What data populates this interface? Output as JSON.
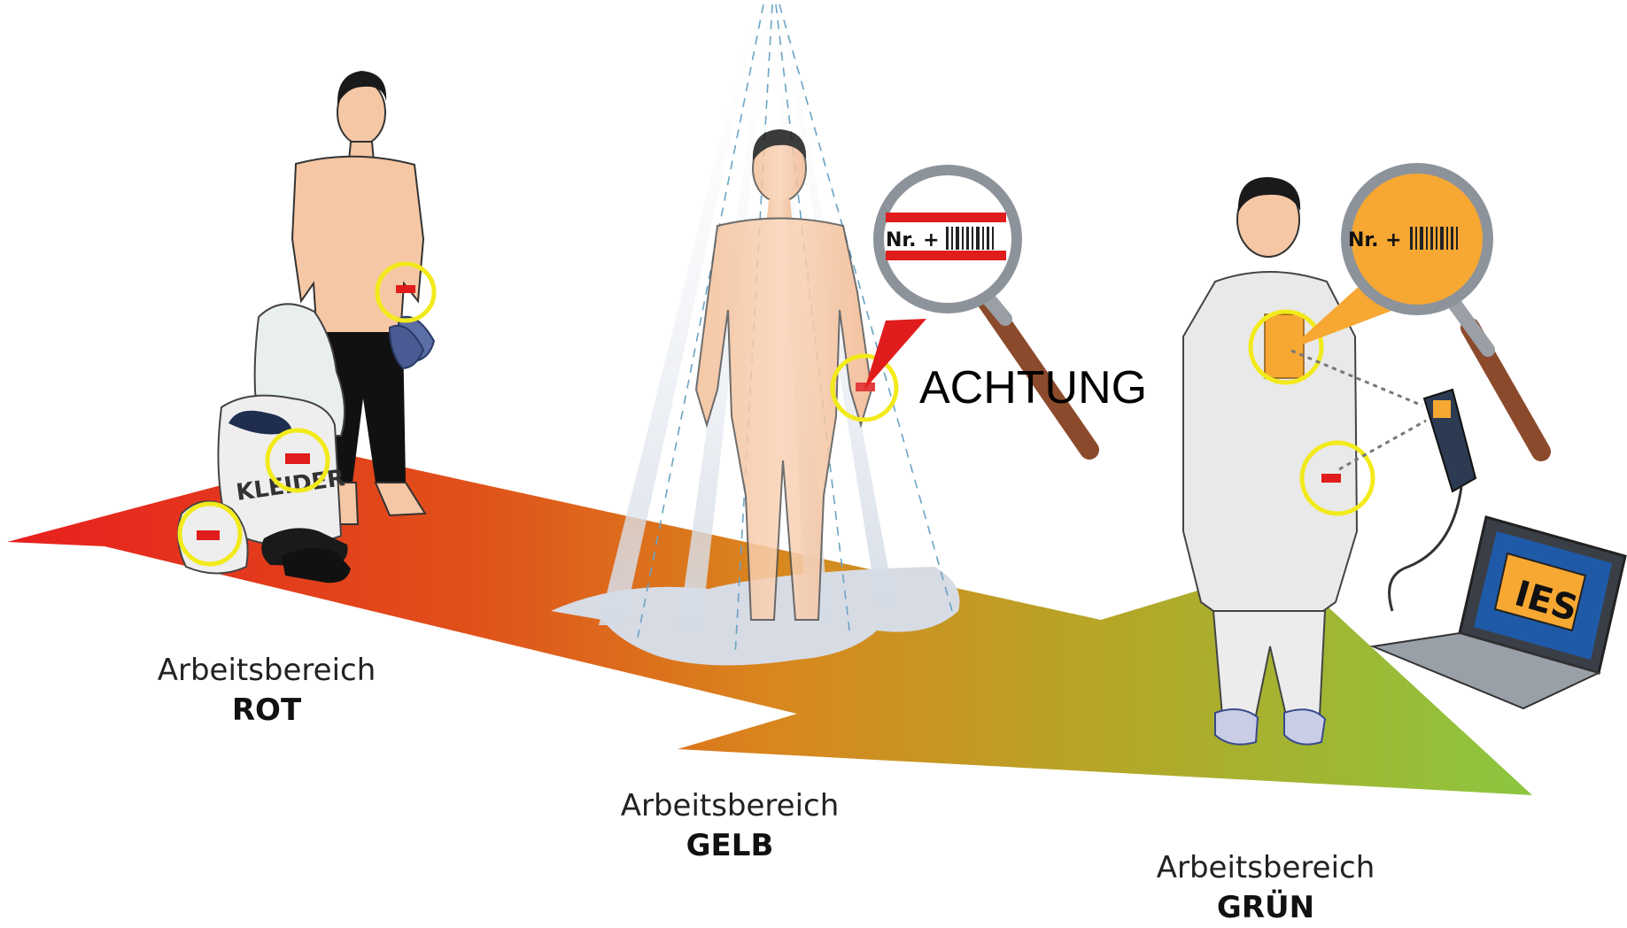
{
  "warning_text": "ACHTUNG",
  "zones": [
    {
      "label": "Arbeitsbereich",
      "name": "ROT"
    },
    {
      "label": "Arbeitsbereich",
      "name": "GELB"
    },
    {
      "label": "Arbeitsbereich",
      "name": "GRÜN"
    }
  ],
  "bag_text": "KLEIDER",
  "magnifier_text": "Nr. +",
  "laptop_text": "IES",
  "colors": {
    "arrow_red": "#e81f1f",
    "arrow_orange": "#e0731c",
    "arrow_green": "#8cc63f",
    "highlight": "#f2ea1b",
    "skin": "#f6c7a4",
    "tag_orange": "#f7a833",
    "band_red": "#e01c1c"
  },
  "icons": [
    "person-undressed-icon",
    "person-showering-icon",
    "person-dressed-icon",
    "clothes-bag-icon",
    "magnifier-icon",
    "barcode-scanner-icon",
    "laptop-icon"
  ]
}
